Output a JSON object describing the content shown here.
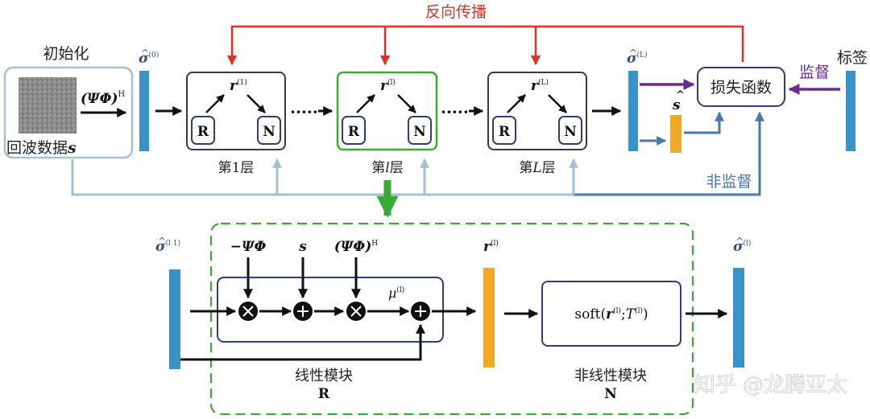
{
  "colors": {
    "backprop": "#e0302a",
    "blue_bar": "#3a93c6",
    "orange_bar": "#f0a826",
    "supervised": "#6a2c91",
    "unsupervised": "#4a76b4",
    "feedback": "#a7bfd4",
    "green": "#3aa935",
    "layer_border": "#3a3a3a",
    "module_border": "#2f3f70",
    "sigma_label": "#2f4f8f"
  },
  "top": {
    "backprop_label": "反向传播",
    "init_label": "初始化",
    "echo_label": "回波数据",
    "echo_symbol": "s",
    "psi_phi_H_prefix": "(ΨΦ)",
    "psi_phi_H_sup": "H",
    "sigma0": "σ",
    "sigma0_sup": "(0)",
    "layers": [
      {
        "r_sup": "(1)",
        "label_pre": "第1层",
        "label_var": "",
        "label_post": "",
        "left": "R",
        "right": "N"
      },
      {
        "r_sup": "(l)",
        "label_pre": "第",
        "label_var": "l",
        "label_post": "层",
        "left": "R",
        "right": "N"
      },
      {
        "r_sup": "(L)",
        "label_pre": "第",
        "label_var": "L",
        "label_post": "层",
        "left": "R",
        "right": "N"
      }
    ],
    "r_symbol": "r",
    "dots": "·····",
    "sigmaL": "σ",
    "sigmaL_sup": "(L)",
    "s_hat": "s",
    "hat": "^",
    "loss_label": "损失函数",
    "supervise_label": "监督",
    "tag_label": "标签",
    "unsupervise_label": "非监督"
  },
  "bottom": {
    "sigma_in": "σ",
    "sigma_in_sup": "(l 1)",
    "neg_psi_phi": "−ΨΦ",
    "s_input": "s",
    "psi_phi_H": "(ΨΦ)",
    "psi_phi_H_sup": "H",
    "mu": "μ",
    "mu_sup": "(l)",
    "r_out": "r",
    "r_out_sup": "(l)",
    "soft_pre": "soft(",
    "soft_r": "r",
    "soft_r_sup": "(l)",
    "soft_mid": ";",
    "soft_T": "T",
    "soft_T_sup": "(l)",
    "soft_post": ")",
    "sigma_out": "σ",
    "sigma_out_sup": "(l)",
    "linear_label": "线性模块",
    "linear_symbol": "R",
    "nonlinear_label": "非线性模块",
    "nonlinear_symbol": "N",
    "times": "⊗",
    "plus": "⊕"
  },
  "watermark": "知乎 @龙腾亚太"
}
